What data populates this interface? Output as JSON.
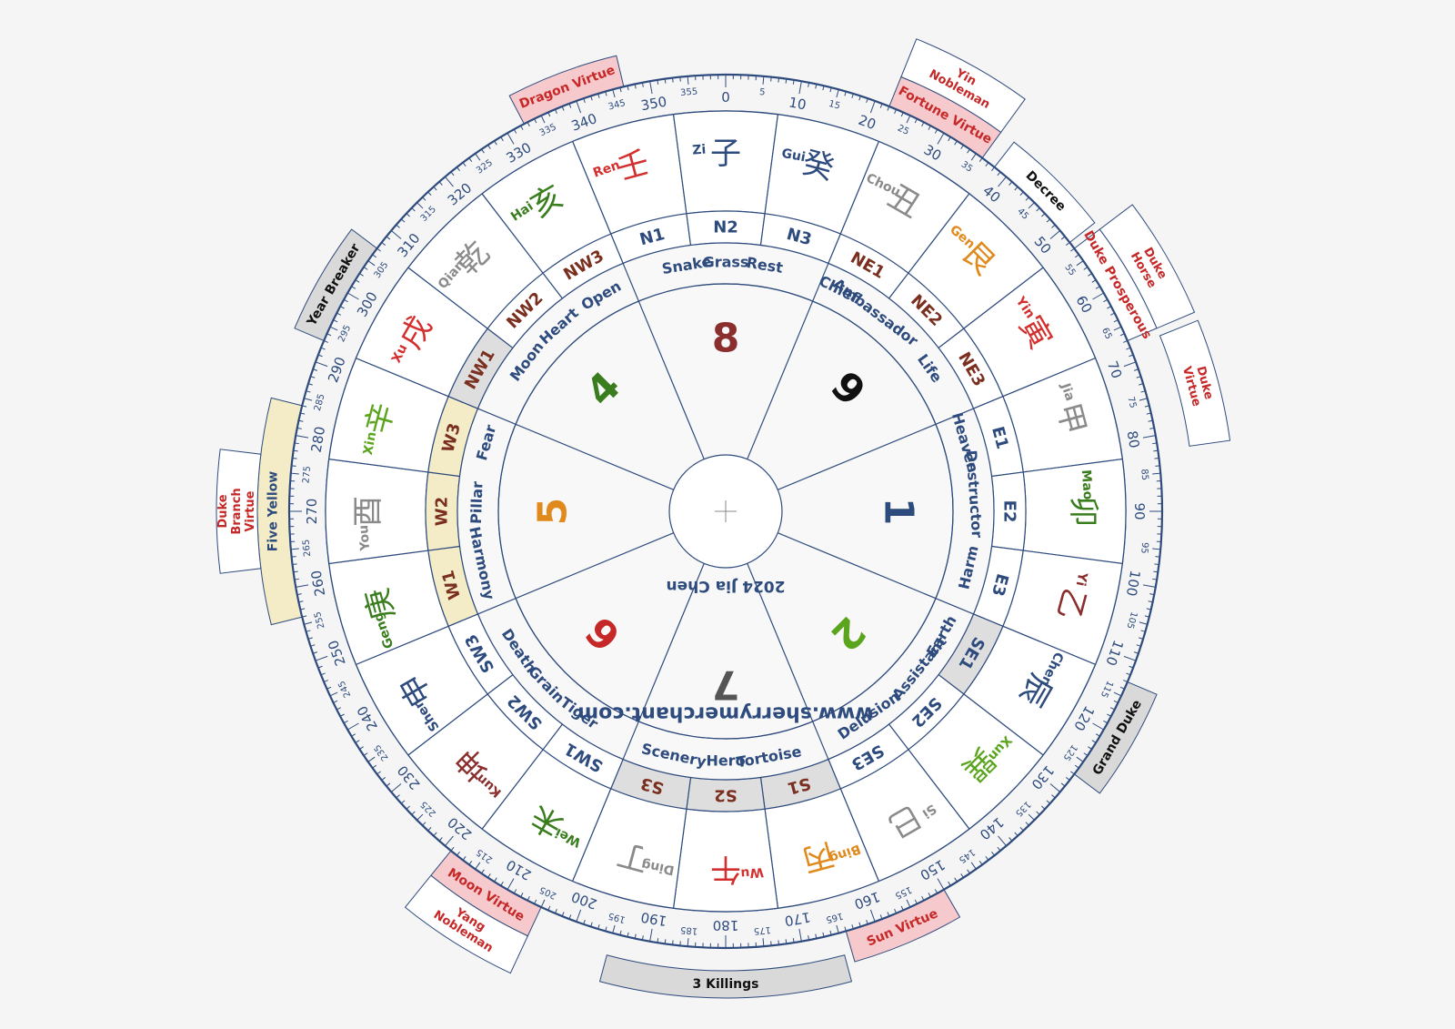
{
  "compass": {
    "year_label": "2024 Jia Chen",
    "website": "www.sherrymerchant.com",
    "mountains": [
      {
        "code": "N1",
        "chinese": "壬",
        "pinyin": "Ren",
        "color": "#d32f2f",
        "hl": false
      },
      {
        "code": "N2",
        "chinese": "子",
        "pinyin": "Zi",
        "color": "#2e4b7e",
        "hl": false
      },
      {
        "code": "N3",
        "chinese": "癸",
        "pinyin": "Gui",
        "color": "#2e4b7e",
        "hl": false
      },
      {
        "code": "NE1",
        "chinese": "丑",
        "pinyin": "Chou",
        "color": "#8a8a8a",
        "hl": false
      },
      {
        "code": "NE2",
        "chinese": "艮",
        "pinyin": "Gen",
        "color": "#e08a1e",
        "hl": false
      },
      {
        "code": "NE3",
        "chinese": "寅",
        "pinyin": "Yin",
        "color": "#d32f2f",
        "hl": false
      },
      {
        "code": "E1",
        "chinese": "甲",
        "pinyin": "Jia",
        "color": "#8a8a8a",
        "hl": false
      },
      {
        "code": "E2",
        "chinese": "卯",
        "pinyin": "Mao",
        "color": "#3a7d1e",
        "hl": false
      },
      {
        "code": "E3",
        "chinese": "乙",
        "pinyin": "Yi",
        "color": "#8b2e2e",
        "hl": false
      },
      {
        "code": "SE1",
        "chinese": "辰",
        "pinyin": "Chen",
        "color": "#2e4b7e",
        "hl": true
      },
      {
        "code": "SE2",
        "chinese": "巽",
        "pinyin": "Xun",
        "color": "#5ba51e",
        "hl": false
      },
      {
        "code": "SE3",
        "chinese": "巳",
        "pinyin": "Si",
        "color": "#8a8a8a",
        "hl": false
      },
      {
        "code": "S1",
        "chinese": "丙",
        "pinyin": "Bing",
        "color": "#e08a1e",
        "hl": true
      },
      {
        "code": "S2",
        "chinese": "午",
        "pinyin": "Wu",
        "color": "#d32f2f",
        "hl": true
      },
      {
        "code": "S3",
        "chinese": "丁",
        "pinyin": "Ding",
        "color": "#8a8a8a",
        "hl": true
      },
      {
        "code": "SW1",
        "chinese": "未",
        "pinyin": "Wei",
        "color": "#3a7d1e",
        "hl": false
      },
      {
        "code": "SW2",
        "chinese": "坤",
        "pinyin": "Kun",
        "color": "#8b2e2e",
        "hl": false
      },
      {
        "code": "SW3",
        "chinese": "申",
        "pinyin": "Shen",
        "color": "#2e4b7e",
        "hl": false
      },
      {
        "code": "W1",
        "chinese": "庚",
        "pinyin": "Geng",
        "color": "#3a7d1e",
        "hl": "yellow"
      },
      {
        "code": "W2",
        "chinese": "酉",
        "pinyin": "You",
        "color": "#8a8a8a",
        "hl": "yellow"
      },
      {
        "code": "W3",
        "chinese": "辛",
        "pinyin": "Xin",
        "color": "#5ba51e",
        "hl": "yellow"
      },
      {
        "code": "NW1",
        "chinese": "戌",
        "pinyin": "Xu",
        "color": "#d32f2f",
        "hl": true
      },
      {
        "code": "NW2",
        "chinese": "乾",
        "pinyin": "Qian",
        "color": "#8a8a8a",
        "hl": false
      },
      {
        "code": "NW3",
        "chinese": "亥",
        "pinyin": "Hai",
        "color": "#3a7d1e",
        "hl": false
      }
    ],
    "stars": [
      {
        "text": "Snake",
        "angle": -9
      },
      {
        "text": "Grass",
        "angle": 0
      },
      {
        "text": "Rest",
        "angle": 9
      },
      {
        "text": "Chief",
        "angle": 27
      },
      {
        "text": "Ambassador",
        "angle": 37
      },
      {
        "text": "Life",
        "angle": 55
      },
      {
        "text": "Heaven",
        "angle": 74
      },
      {
        "text": "Destructor",
        "angle": 86
      },
      {
        "text": "Harm",
        "angle": 103
      },
      {
        "text": "Earth",
        "angle": 120
      },
      {
        "text": "Assistant",
        "angle": 129
      },
      {
        "text": "Delusion",
        "angle": 145
      },
      {
        "text": "Tortoise",
        "angle": 170
      },
      {
        "text": "Hero",
        "angle": 180
      },
      {
        "text": "Scenery",
        "angle": 192
      },
      {
        "text": "Tiger",
        "angle": 216
      },
      {
        "text": "Grain",
        "angle": 226
      },
      {
        "text": "Death",
        "angle": 236
      },
      {
        "text": "Harmony",
        "angle": 258
      },
      {
        "text": "Pillar",
        "angle": 272
      },
      {
        "text": "Fear",
        "angle": 286
      },
      {
        "text": "Moon",
        "angle": 307
      },
      {
        "text": "Heart",
        "angle": 318
      },
      {
        "text": "Open",
        "angle": 330
      }
    ],
    "flying_stars": [
      {
        "n": "8",
        "color": "#8b2e2e",
        "angle": 0
      },
      {
        "n": "9",
        "color": "#111111",
        "angle": 45
      },
      {
        "n": "1",
        "color": "#2e4b7e",
        "angle": 90
      },
      {
        "n": "2",
        "color": "#5ba51e",
        "angle": 135
      },
      {
        "n": "7",
        "color": "#555555",
        "angle": 180
      },
      {
        "n": "6",
        "color": "#c62828",
        "angle": 225
      },
      {
        "n": "5",
        "color": "#e08a1e",
        "angle": 270
      },
      {
        "n": "4",
        "color": "#3a7d1e",
        "angle": 315
      }
    ],
    "outer_labels": [
      {
        "text": "Dragon Virtue",
        "color": "#c62828",
        "fill": "#f6c9cc",
        "angle": -20.5,
        "tier": 1
      },
      {
        "text": "Fortune Virtue",
        "color": "#c62828",
        "fill": "#f6c9cc",
        "angle": 29,
        "tier": 1
      },
      {
        "text": "Yin Nobleman",
        "color": "#c62828",
        "fill": "none",
        "angle": 29,
        "tier": 2
      },
      {
        "text": "Decree",
        "color": "#111111",
        "fill": "none",
        "angle": 45,
        "tier": 1
      },
      {
        "text": "Duke Prosperous",
        "color": "#c62828",
        "fill": "none",
        "angle": 60,
        "tier": 1
      },
      {
        "text": "Duke Horse",
        "color": "#c62828",
        "fill": "none",
        "angle": 60,
        "tier": 2
      },
      {
        "text": "Duke Virtue",
        "color": "#c62828",
        "fill": "none",
        "angle": 75,
        "tier": 2
      },
      {
        "text": "Grand Duke",
        "color": "#111111",
        "fill": "#d9d9d9",
        "angle": 120,
        "tier": 1
      },
      {
        "text": "Sun Virtue",
        "color": "#c62828",
        "fill": "#f6c9cc",
        "angle": 157,
        "tier": 1
      },
      {
        "text": "3 Killings",
        "color": "#111111",
        "fill": "#d9d9d9",
        "angle": 180,
        "tier": 1
      },
      {
        "text": "Moon Virtue",
        "color": "#c62828",
        "fill": "#f6c9cc",
        "angle": 212,
        "tier": 1
      },
      {
        "text": "Yang Nobleman",
        "color": "#c62828",
        "fill": "none",
        "angle": 212,
        "tier": 2
      },
      {
        "text": "Five Yellow",
        "color": "#2e4b7e",
        "fill": "#f3ecc6",
        "angle": 270,
        "tier": 1
      },
      {
        "text": "Duke Branch Virtue",
        "color": "#c62828",
        "fill": "none",
        "angle": 270,
        "tier": 2
      },
      {
        "text": "Year Breaker",
        "color": "#111111",
        "fill": "#d9d9d9",
        "angle": 300,
        "tier": 1
      }
    ]
  }
}
